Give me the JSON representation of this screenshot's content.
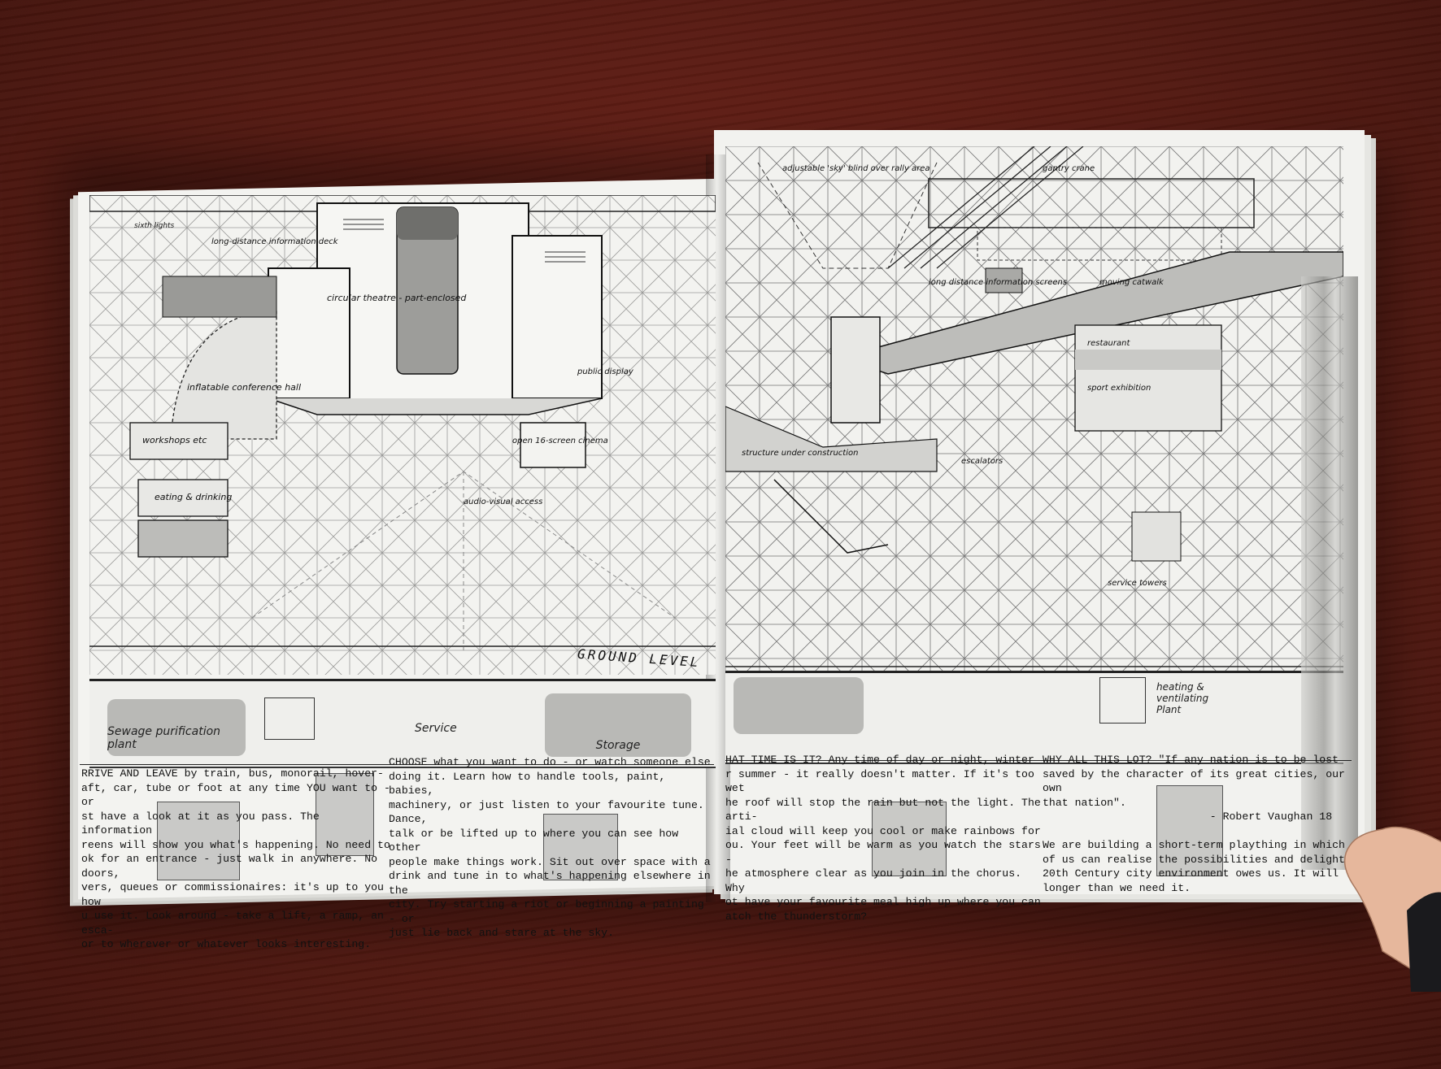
{
  "colors": {
    "table": "#5e1d14",
    "paper": "#f2f2ef",
    "ink": "#111111",
    "grey_fill": "#b9b9b6"
  },
  "left_page": {
    "drawing_labels": {
      "circular_theatre": "circular theatre - part-enclosed",
      "inflatable_hall": "inflatable conference hall",
      "workshops": "workshops etc",
      "eating": "eating & drinking",
      "cinema": "open 16-screen cinema",
      "long_distance": "long-distance information deck",
      "public_display": "public display",
      "audio_visual": "audio-visual access",
      "sixth_lights": "sixth lights"
    },
    "ground_level": "GROUND LEVEL",
    "basement": {
      "sewage": "Sewage purification plant",
      "service": "Service",
      "storage": "Storage"
    },
    "text_columns": [
      "RRIVE AND LEAVE by train, bus, monorail, hover-\naft, car, tube or foot at any time YOU want to - or\nst have a look at it as you pass. The information\nreens will show you what's happening. No need to\nok for an entrance - just walk in anywhere. No doors,\nvers, queues or commissionaires: it's up to you how\nu use it. Look around - take a lift, a ramp, an esca-\nor to wherever or whatever looks interesting.",
      "CHOOSE what you want to do - or watch someone else\ndoing it. Learn how to handle tools, paint, babies,\nmachinery, or just listen to your favourite tune. Dance,\ntalk or be lifted up to where you can see how other\npeople make things work. Sit out over space with a\ndrink and tune in to what's happening elsewhere in the\ncity. Try starting a riot or beginning a painting - or\njust lie back and stare at the sky."
    ]
  },
  "right_page": {
    "drawing_labels": {
      "sky_blind": "adjustable 'sky' blind over rally area",
      "gantry": "gantry crane",
      "long_distance": "long distance information screens",
      "catwalk": "moving catwalk",
      "restaurant": "restaurant",
      "exhibition": "sport exhibition",
      "construction": "structure under construction",
      "escalators": "escalators",
      "service_tower": "service towers"
    },
    "basement": {
      "heating": "heating & ventilating Plant"
    },
    "text_columns": [
      "HAT TIME IS IT? Any time of day or night, winter\nr summer - it really doesn't matter. If it's too wet\nhe roof will stop the rain but not the light. The arti-\nial cloud will keep you cool or make rainbows for\nou. Your feet will be warm as you watch the stars -\nhe atmosphere clear as you join in the chorus. Why\not have your favourite meal high up where you can\natch the thunderstorm?",
      "WHY ALL THIS LOT? \"If any nation is to be lost\nsaved by the character of its great cities, our own\nthat nation\".\n                          - Robert Vaughan 18\n\nWe are building a short-term plaything in which\nof us can realise the possibilities and delights\n20th Century city environment owes us. It will\nlonger than we need it."
    ]
  }
}
